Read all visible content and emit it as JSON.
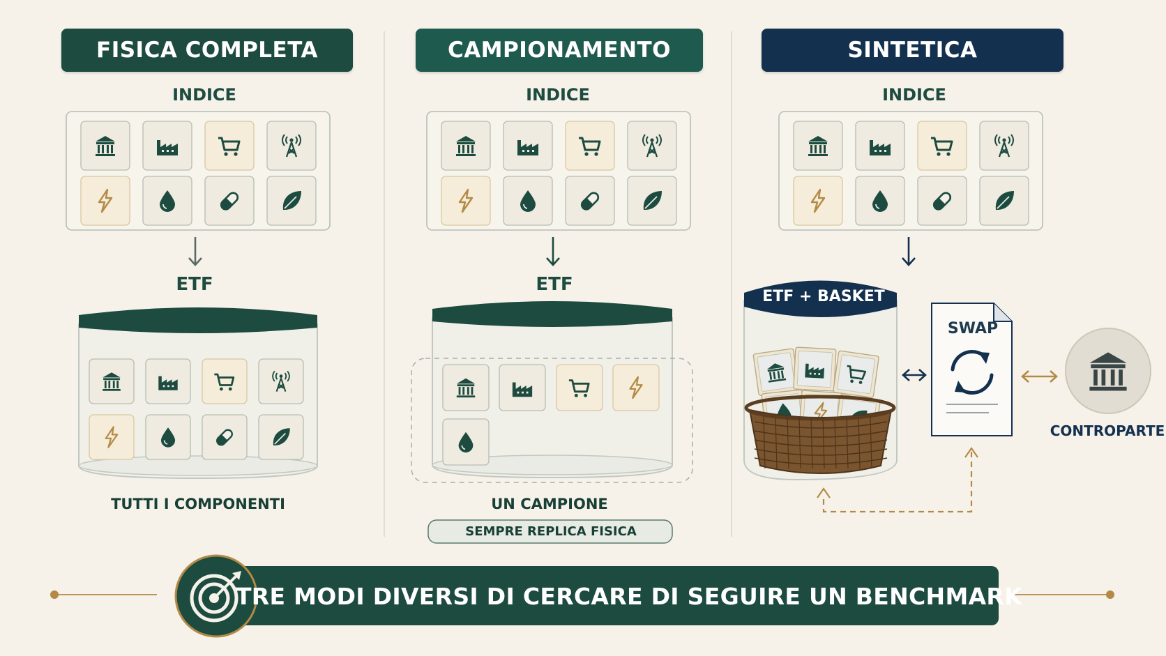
{
  "columns": [
    {
      "title": "FISICA COMPLETA",
      "index_label": "INDICE",
      "etf_label": "ETF",
      "caption": "TUTTI I COMPONENTI"
    },
    {
      "title": "CAMPIONAMENTO",
      "index_label": "INDICE",
      "etf_label": "ETF",
      "caption": "UN CAMPIONE",
      "note": "SEMPRE REPLICA FISICA"
    },
    {
      "title": "SINTETICA",
      "index_label": "INDICE",
      "jar_label": "ETF + BASKET",
      "swap_label": "SWAP",
      "counterparty_label": "CONTROPARTE"
    }
  ],
  "footer": {
    "text": "TRE MODI DIVERSI DI CERCARE DI SEGUIRE UN BENCHMARK"
  },
  "index_icons": [
    "bank-icon",
    "factory-icon",
    "cart-icon",
    "antenna-icon",
    "lightning-icon",
    "drop-icon",
    "pill-icon",
    "leaf-icon"
  ],
  "sample_icons": [
    "bank-icon",
    "factory-icon",
    "cart-icon",
    "lightning-icon",
    "drop-icon"
  ],
  "basket_icons": [
    "bank-icon",
    "factory-icon",
    "cart-icon",
    "drop-icon",
    "lightning-icon",
    "leaf-icon"
  ],
  "colors": {
    "background": "#f6f2ea",
    "dark_green": "#1d4b3f",
    "teal_green": "#1e5b4f",
    "navy": "#14304f",
    "gold": "#b38a45",
    "tile_bg": "#efebe0",
    "tile_warm": "#f5ecd9"
  }
}
